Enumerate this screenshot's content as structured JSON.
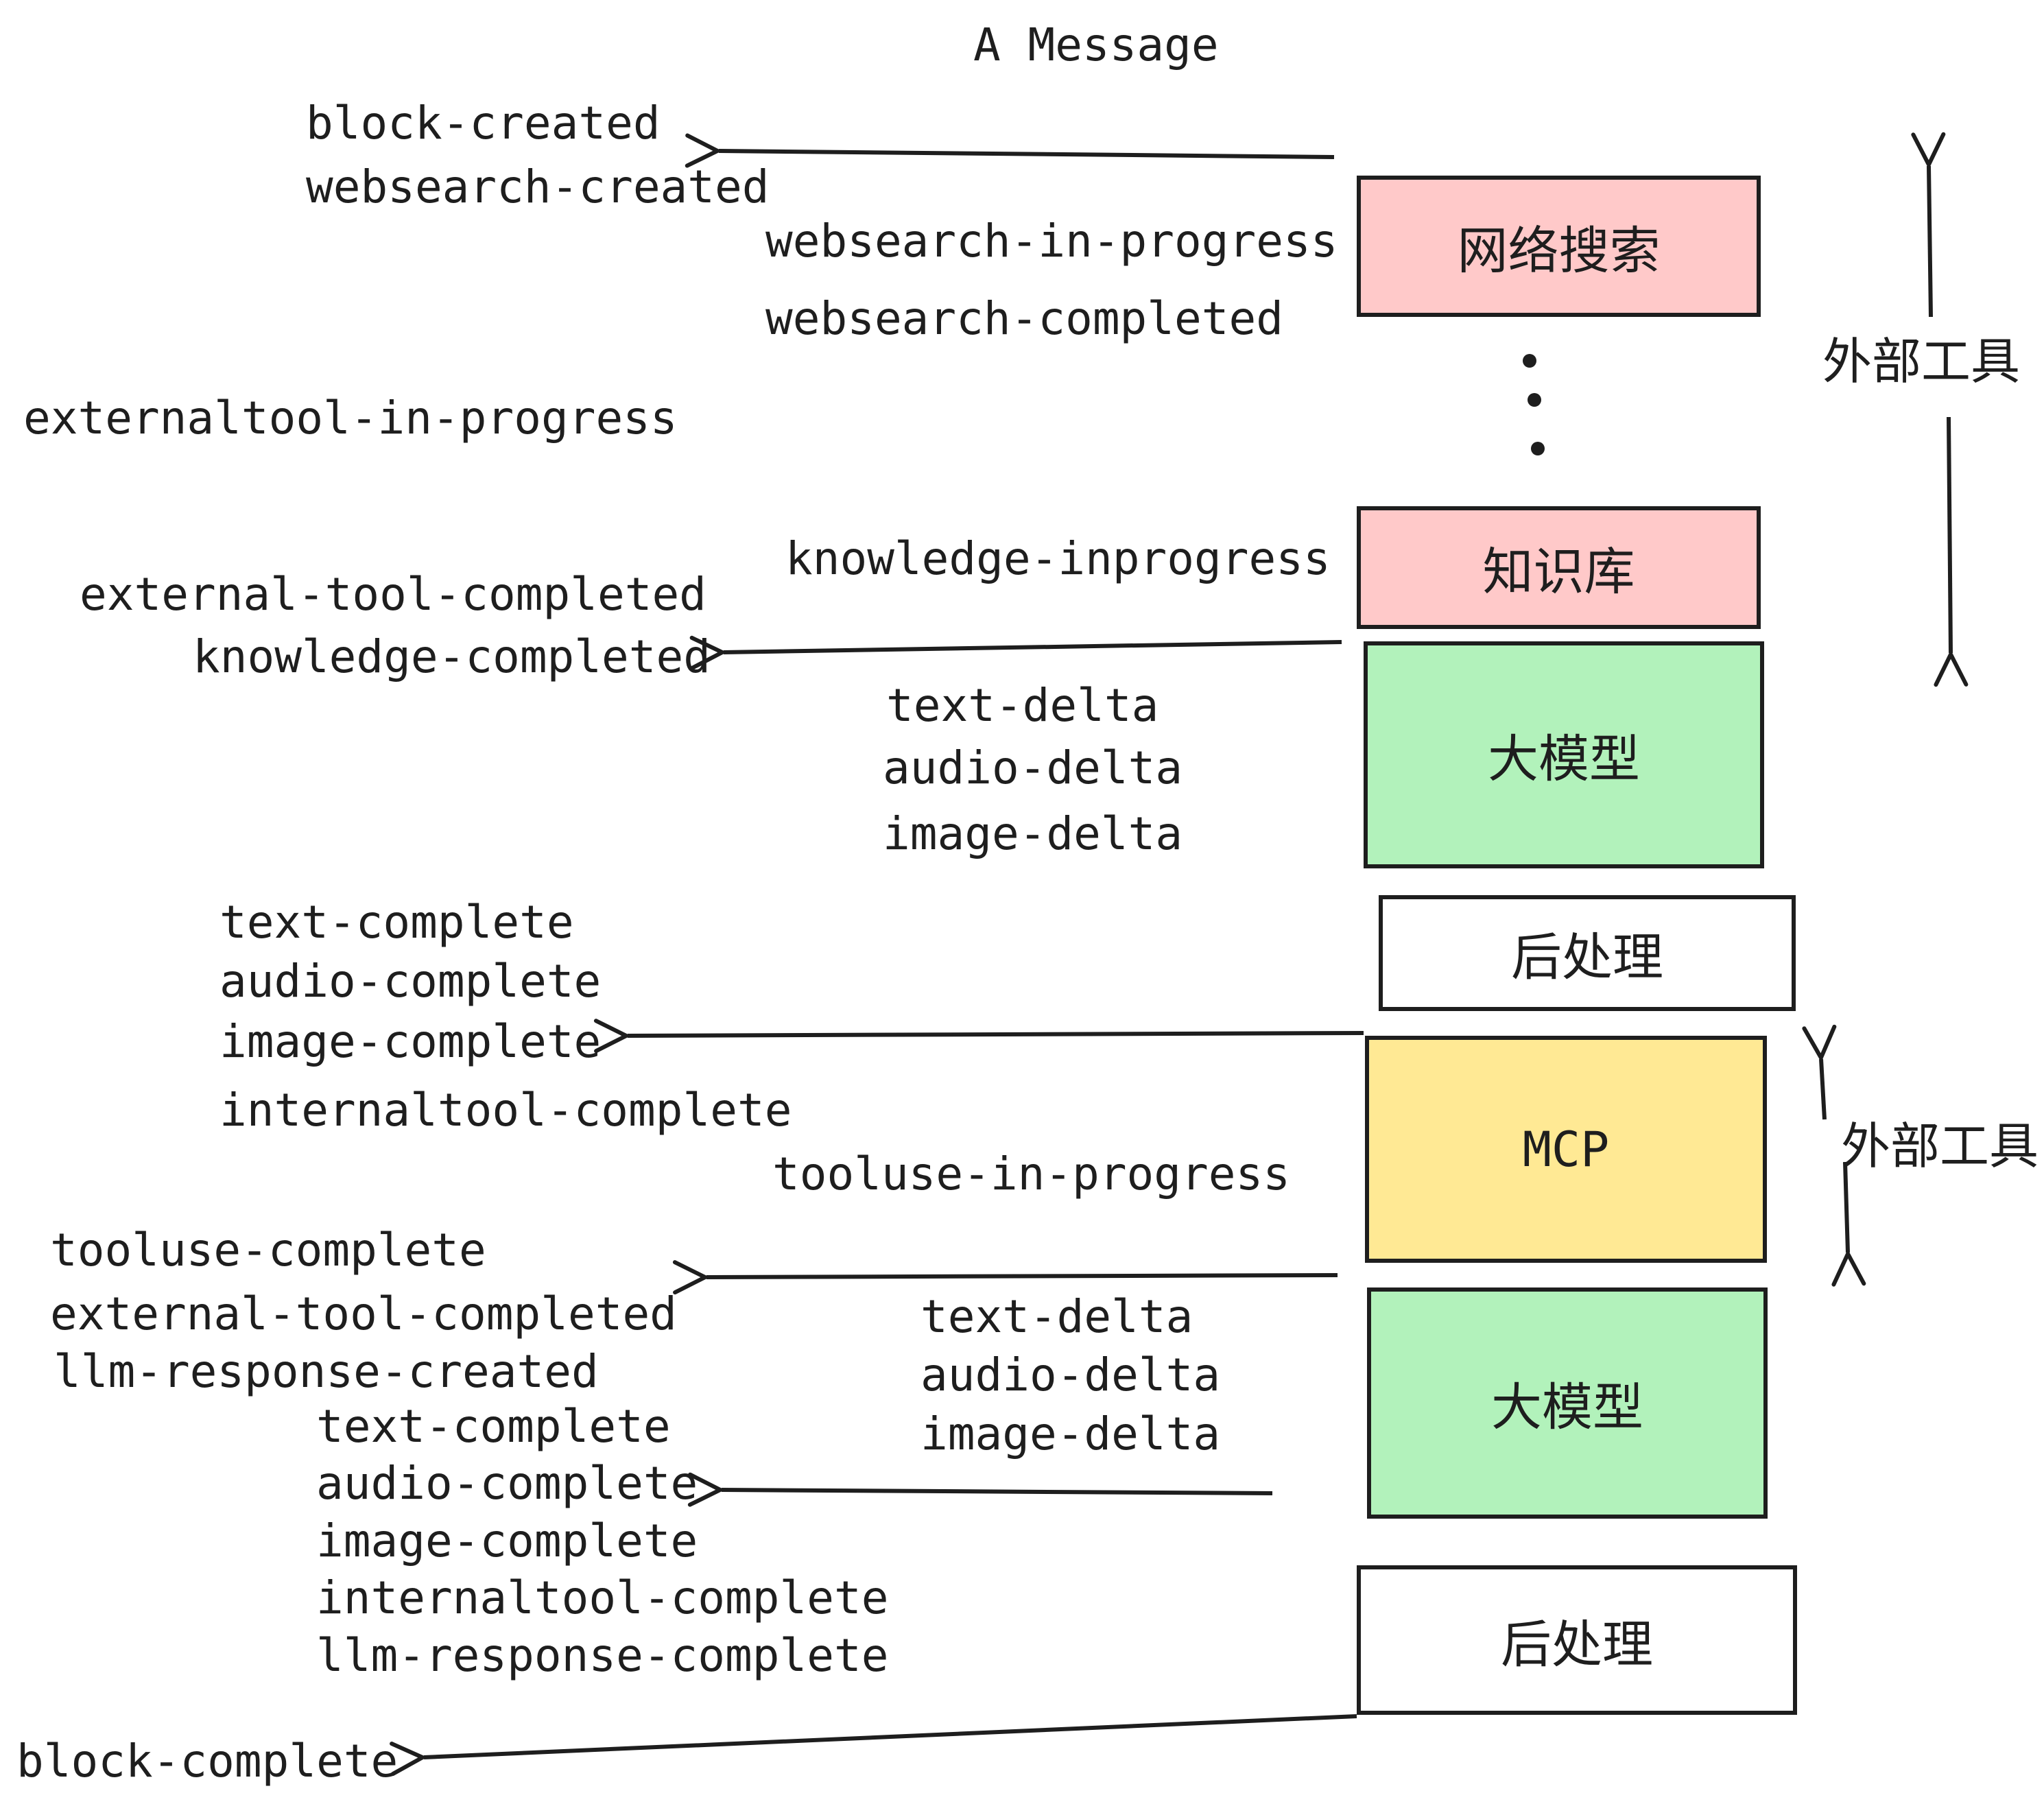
{
  "title": "A Message",
  "colors": {
    "stroke": "#1e1e1e",
    "websearch_box": "#ffc9c9",
    "knowledge_box": "#ffc9c9",
    "llm_box": "#b2f2bb",
    "mcp_box": "#ffe994",
    "postprocess_box": "#ffffff",
    "background": "#ffffff"
  },
  "boxes": [
    {
      "label": "网络搜索"
    },
    {
      "label": "知识库"
    },
    {
      "label": "大模型"
    },
    {
      "label": "后处理"
    },
    {
      "label": "MCP"
    },
    {
      "label": "大模型"
    },
    {
      "label": "后处理"
    }
  ],
  "side_labels": [
    {
      "text": "外部工具"
    },
    {
      "text": "外部工具"
    }
  ],
  "events": [
    {
      "text": "block-created"
    },
    {
      "text": "websearch-created"
    },
    {
      "text": "websearch-in-progress"
    },
    {
      "text": "websearch-completed"
    },
    {
      "text": "externaltool-in-progress"
    },
    {
      "text": "knowledge-inprogress"
    },
    {
      "text": "external-tool-completed"
    },
    {
      "text": "knowledge-completed"
    },
    {
      "text": "text-delta"
    },
    {
      "text": "audio-delta"
    },
    {
      "text": "image-delta"
    },
    {
      "text": "text-complete"
    },
    {
      "text": "audio-complete"
    },
    {
      "text": "image-complete"
    },
    {
      "text": "internaltool-complete"
    },
    {
      "text": "tooluse-in-progress"
    },
    {
      "text": "tooluse-complete"
    },
    {
      "text": "external-tool-completed"
    },
    {
      "text": "llm-response-created"
    },
    {
      "text": "text-complete"
    },
    {
      "text": "audio-complete"
    },
    {
      "text": "text-delta"
    },
    {
      "text": "audio-delta"
    },
    {
      "text": "image-delta"
    },
    {
      "text": "image-complete"
    },
    {
      "text": "internaltool-complete"
    },
    {
      "text": "llm-response-complete"
    },
    {
      "text": "block-complete"
    }
  ]
}
